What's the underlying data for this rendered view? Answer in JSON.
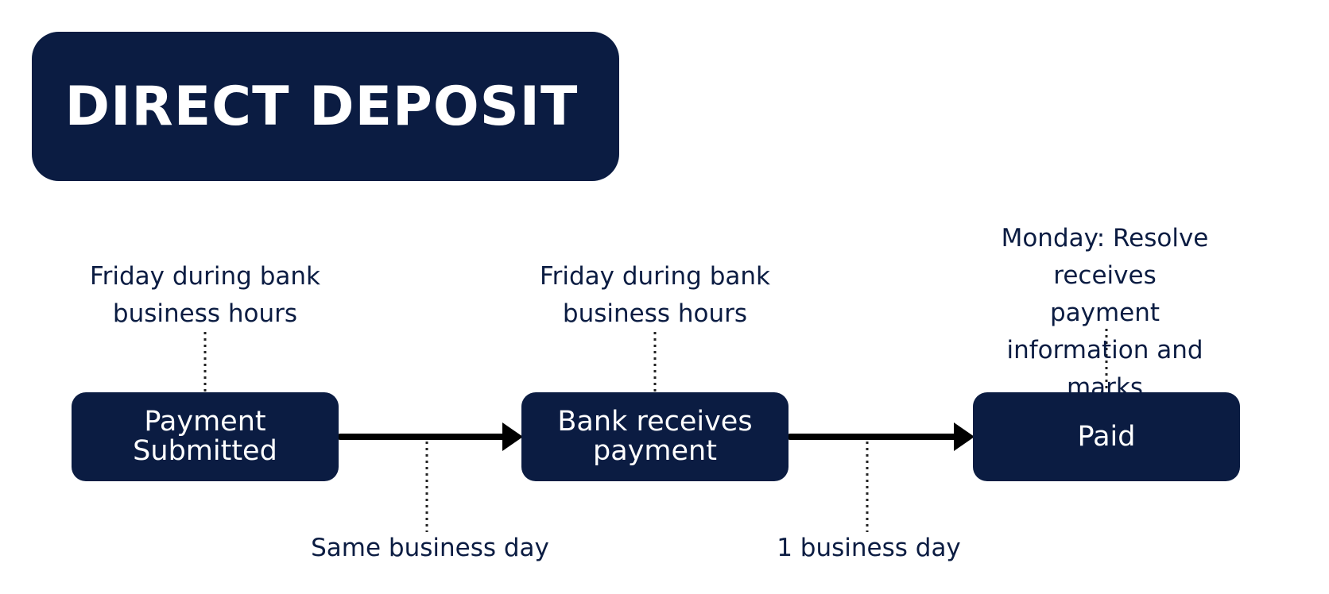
{
  "title": "DIRECT DEPOSIT",
  "colors": {
    "navy": "#0b1c42",
    "text_on_navy": "#ffffff",
    "arrow": "#000000"
  },
  "nodes": [
    {
      "label": "Payment\nSubmitted"
    },
    {
      "label": "Bank receives\npayment"
    },
    {
      "label": "Paid"
    }
  ],
  "node_notes": [
    {
      "text": "Friday during bank\nbusiness hours"
    },
    {
      "text": "Friday during bank\nbusiness hours"
    },
    {
      "text": "Monday: Resolve receives\npayment information and marks\ninvoice(s) as paid"
    }
  ],
  "transition_notes": [
    {
      "text": "Same business day"
    },
    {
      "text": "1 business day"
    }
  ]
}
